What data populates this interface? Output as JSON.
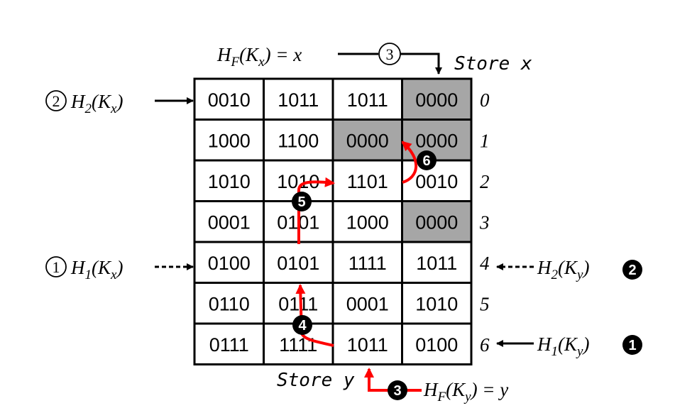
{
  "table": {
    "rows": [
      [
        "0010",
        "1011",
        "1011",
        "0000"
      ],
      [
        "1000",
        "1100",
        "0000",
        "0000"
      ],
      [
        "1010",
        "1010",
        "1101",
        "0010"
      ],
      [
        "0001",
        "0101",
        "1000",
        "0000"
      ],
      [
        "0100",
        "0101",
        "1111",
        "1011"
      ],
      [
        "0110",
        "0111",
        "0001",
        "1010"
      ],
      [
        "0111",
        "1111",
        "1011",
        "0100"
      ]
    ],
    "row_labels": [
      "0",
      "1",
      "2",
      "3",
      "4",
      "5",
      "6"
    ],
    "shaded_cells": [
      [
        0,
        3
      ],
      [
        1,
        2
      ],
      [
        1,
        3
      ],
      [
        3,
        3
      ]
    ],
    "shade_color": "#a6a6a6",
    "arrow_color": "#ff0000"
  },
  "labels": {
    "top_eq": {
      "lhs": "H",
      "sub_f": "F",
      "arg": "K",
      "sub_x": "x",
      "rhs": "x",
      "step": "3"
    },
    "store_x": "Store x",
    "left_h2": {
      "step": "2",
      "h": "H",
      "sub": "2",
      "arg": "K",
      "argsub": "x"
    },
    "left_h1": {
      "step": "1",
      "h": "H",
      "sub": "1",
      "arg": "K",
      "argsub": "x"
    },
    "right_h2": {
      "step": "2",
      "h": "H",
      "sub": "2",
      "arg": "K",
      "argsub": "y"
    },
    "right_h1": {
      "step": "1",
      "h": "H",
      "sub": "1",
      "arg": "K",
      "argsub": "y"
    },
    "store_y": "Store y",
    "bottom_eq": {
      "lhs": "H",
      "sub_f": "F",
      "arg": "K",
      "sub_y": "y",
      "rhs": "y",
      "step": "3"
    }
  },
  "steps": {
    "s4": "4",
    "s5": "5",
    "s6": "6"
  }
}
